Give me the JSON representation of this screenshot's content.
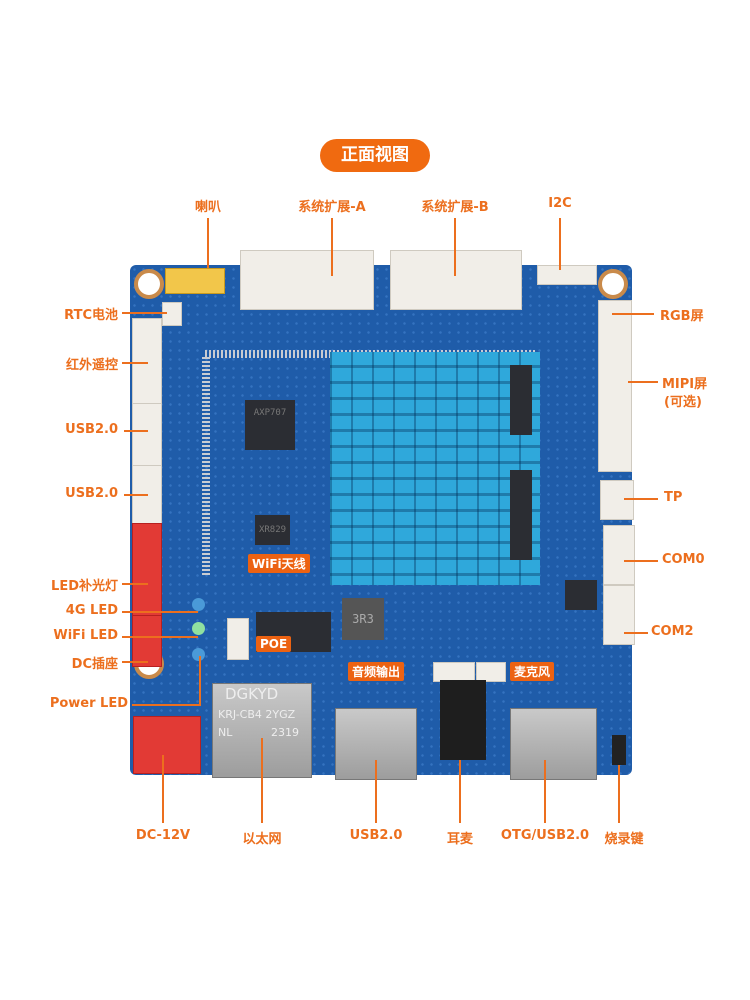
{
  "title": "正面视图",
  "top_labels": [
    "喇叭",
    "系统扩展-A",
    "系统扩展-B",
    "I2C"
  ],
  "left_labels": [
    "RTC电池",
    "红外遥控",
    "USB2.0",
    "USB2.0",
    "LED补光灯",
    "4G LED",
    "WiFi LED",
    "DC插座",
    "Power LED"
  ],
  "right_labels": [
    "RGB屏",
    "MIPI屏",
    "(可选)",
    "TP",
    "COM0",
    "COM2"
  ],
  "bottom_labels": [
    "DC-12V",
    "以太网",
    "USB2.0",
    "耳麦",
    "OTG/USB2.0",
    "烧录键"
  ],
  "board_tags": [
    "WiFi天线",
    "POE",
    "音频输出",
    "麦克风"
  ],
  "chips": {
    "pmic": "AXP707",
    "wifi": "XR829",
    "inductor": "3R3",
    "eth_brand": "DGKYD",
    "eth_model": "KRJ-CB4 2YGZ",
    "eth_nl": "NL",
    "eth_code": "2319"
  },
  "colors": {
    "accent": "#ec6f1e",
    "board": "#1f5ca9",
    "heatsink": "#2fa8db"
  }
}
